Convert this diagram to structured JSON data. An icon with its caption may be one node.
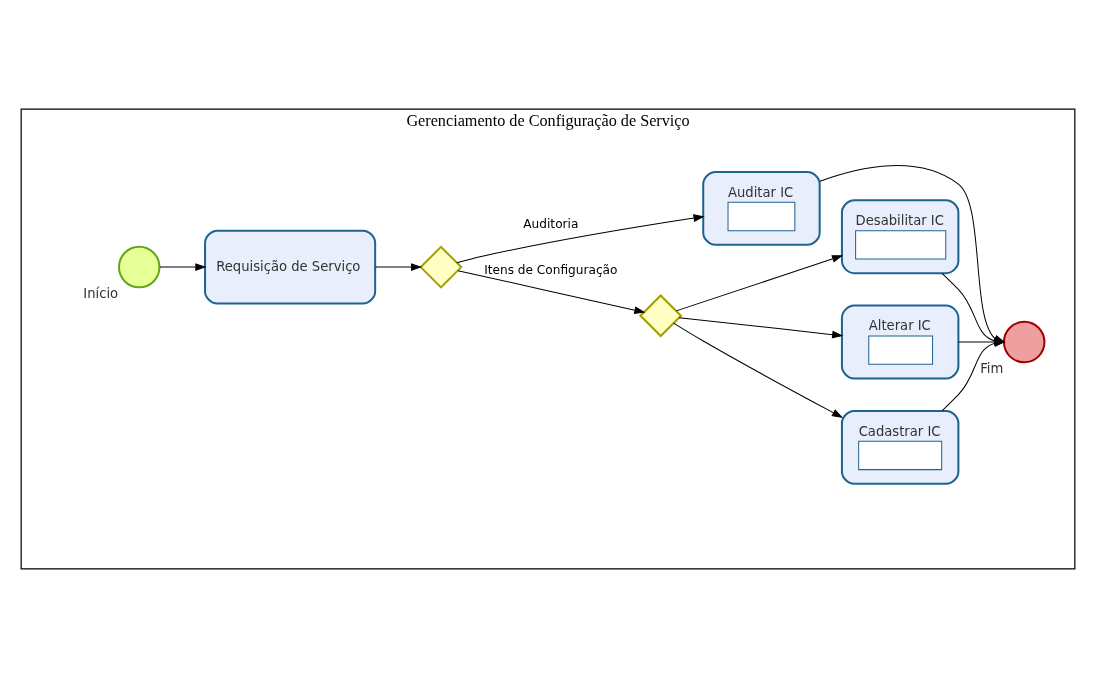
{
  "diagram": {
    "nodes": [
      {
        "text": [
          "Gerenciamento de Configuração de Serviço"
        ]
      },
      {
        "text": [],
        "shape": "circle",
        "beside": [
          "Início"
        ],
        "in": 0
      },
      {
        "text": [
          "Requisição de Serviço"
        ],
        "in": 0
      },
      {
        "text": [],
        "shape": "diamond",
        "in": 0
      },
      {
        "text": [],
        "shape": "diamond",
        "in": 0
      },
      {
        "text": [
          "Cadastrar IC"
        ],
        "in": 0
      },
      {
        "text": [
          "Alterar IC"
        ],
        "in": 0
      },
      {
        "text": [
          "Desabilitar IC"
        ],
        "in": 0
      },
      {
        "text": [
          "Auditar IC"
        ],
        "in": 0
      },
      {
        "text": [],
        "shape": "circle",
        "beside": [
          "Fim"
        ],
        "in": 0
      }
    ],
    "edges": [
      {
        "from": 1,
        "to": 2,
        "arrow": "to"
      },
      {
        "from": 2,
        "to": 3,
        "arrow": "to"
      },
      {
        "from": 3,
        "to": 4,
        "arrow": "to",
        "label": "Itens de Configuração"
      },
      {
        "from": 3,
        "to": 8,
        "arrow": "to",
        "label": "Auditoria"
      },
      {
        "from": 4,
        "to": 5,
        "arrow": "to"
      },
      {
        "from": 4,
        "to": 6,
        "arrow": "to"
      },
      {
        "from": 4,
        "to": 7,
        "arrow": "to"
      },
      {
        "from": 5,
        "to": 9,
        "arrow": "to"
      },
      {
        "from": 6,
        "to": 9,
        "arrow": "to"
      },
      {
        "from": 7,
        "to": 9,
        "arrow": "to"
      },
      {
        "from": 8,
        "to": 9,
        "arrow": "to"
      }
    ]
  }
}
